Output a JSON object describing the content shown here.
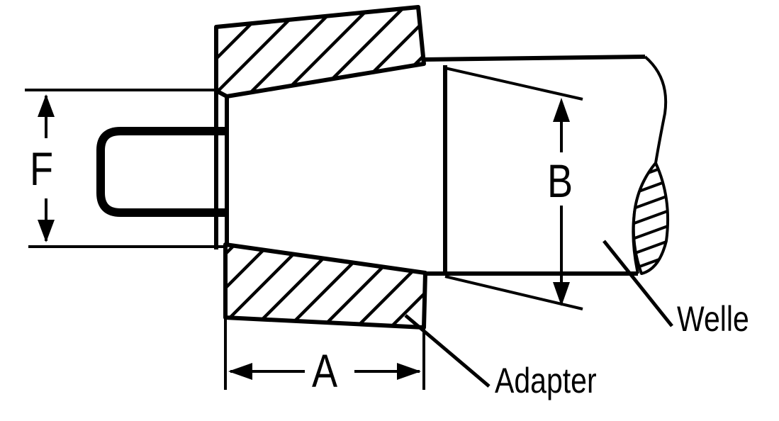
{
  "labels": {
    "f": "F",
    "b": "B",
    "a": "A",
    "welle": "Welle",
    "adapter": "Adapter"
  },
  "colors": {
    "line": "#000000",
    "background": "#ffffff"
  }
}
